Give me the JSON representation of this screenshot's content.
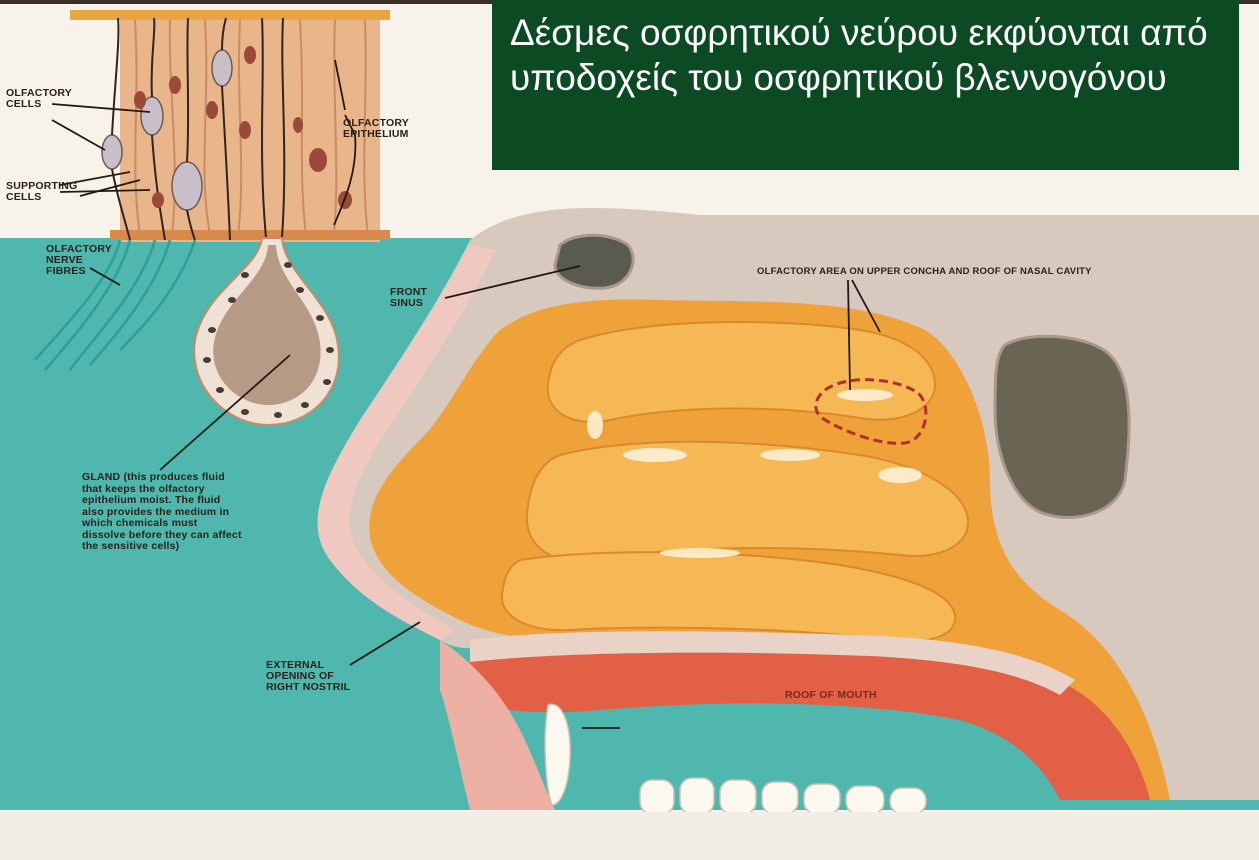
{
  "title": "Δέσμες οσφρητικού νεύρου εκφύονται από υποδοχείς του οσφρητικού βλεννογόνου",
  "labels": {
    "olfactory_cells": "OLFACTORY\nCELLS",
    "supporting_cells": "SUPPORTING\nCELLS",
    "olfactory_nerve_fibres": "OLFACTORY\nNERVE\nFIBRES",
    "olfactory_epithelium": "OLFACTORY\nEPITHELIUM",
    "front_sinus": "FRONT\nSINUS",
    "olfactory_area": "OLFACTORY AREA ON UPPER CONCHA AND ROOF OF NASAL CAVITY",
    "gland": "GLAND (this produces fluid that keeps the olfactory epithelium moist. The fluid also provides the medium in which chemicals must dissolve before they can affect the sensitive cells)",
    "external_opening": "EXTERNAL\nOPENING OF\nRIGHT NOSTRIL",
    "roof_of_mouth": "ROOF OF MOUTH"
  },
  "colors": {
    "title_background": "#0b4a23",
    "title_text": "#ffffff",
    "background_teal": "#4fb7ad",
    "tissue_orange": "#f0a23a",
    "skin_pink": "#efc9c0"
  }
}
